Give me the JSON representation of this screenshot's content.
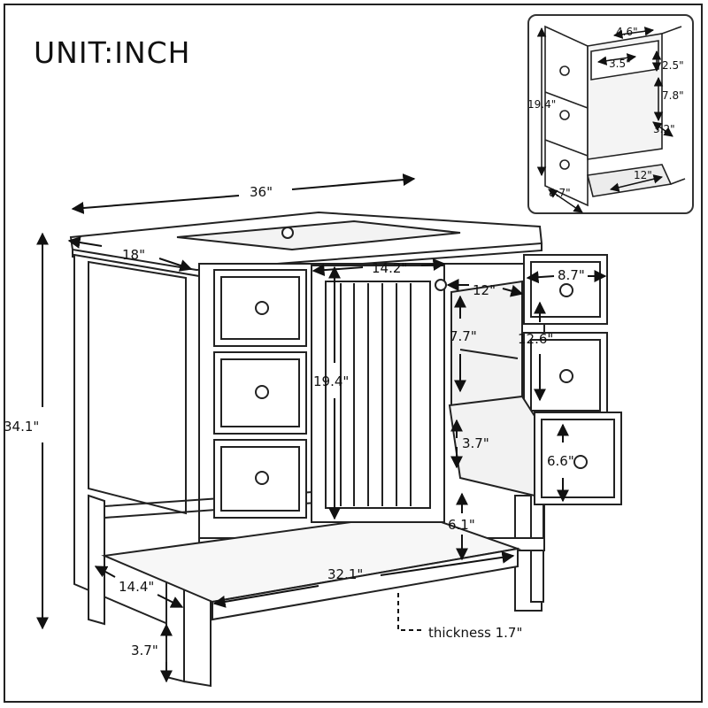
{
  "unit_title": "UNIT:INCH",
  "dimensions": {
    "width": "36\"",
    "depth": "18\"",
    "height": "34.1\"",
    "door_width": "14.2\"",
    "door_height": "19.4\"",
    "drawer_depth": "12\"",
    "drawer_width": "8.7\"",
    "drawer_height": "12.6\"",
    "drawer_box_height": "7.7\"",
    "lower_drawer_inner": "3.7\"",
    "lower_drawer_height": "6.6\"",
    "shelf_gap": "6.1\"",
    "shelf_width": "32.1\"",
    "shelf_depth": "14.4\"",
    "leg_height": "3.7\"",
    "shelf_thickness": "thickness 1.7\""
  },
  "inset": {
    "top_width": "4.6\"",
    "top_inner": "3.5\"",
    "top_height": "2.5\"",
    "height": "19.4\"",
    "mid_height": "7.8\"",
    "bottom_gap": "3.2\"",
    "depth": "12\"",
    "width": "8.7\""
  }
}
